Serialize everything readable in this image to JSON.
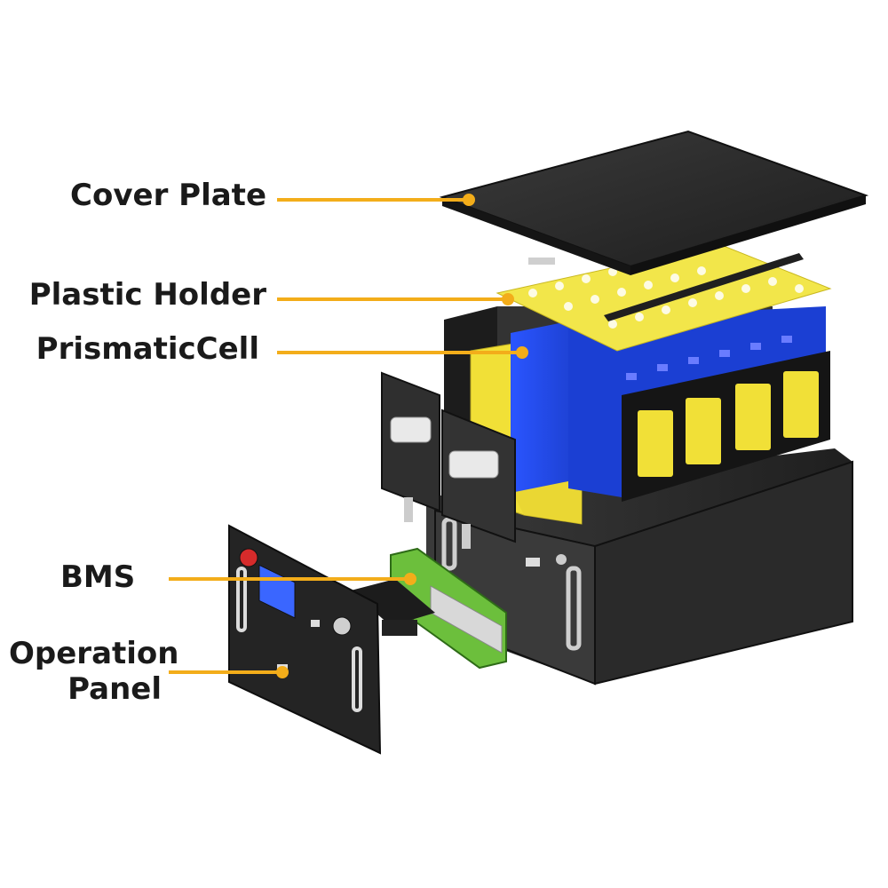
{
  "callouts": {
    "cover_plate": "Cover Plate",
    "plastic_holder": "Plastic Holder",
    "prismatic_cell": "PrismaticCell",
    "bms": "BMS",
    "operation_panel_line1": "Operation",
    "operation_panel_line2": "Panel"
  },
  "colors": {
    "leader": "#f3ad1a",
    "label_text": "#1a1a1a",
    "housing": "#2b2b2b",
    "cover": "#262626",
    "holder": "#f2e64a",
    "cell_blue": "#1b3fd3",
    "insulation_yellow": "#f1e037",
    "pcb_green": "#6cbf3c"
  }
}
